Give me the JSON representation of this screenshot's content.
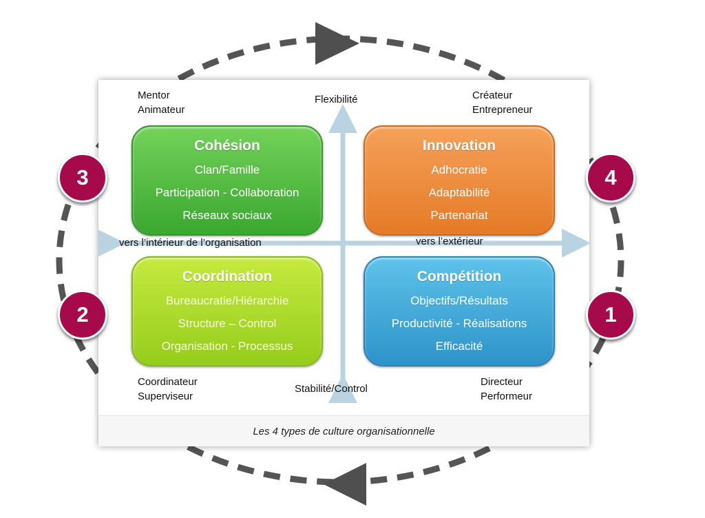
{
  "quadrants": {
    "cohesion": {
      "title": "Cohésion",
      "lines": [
        "Clan/Famille",
        "Participation - Collaboration",
        "Réseaux sociaux"
      ]
    },
    "innovation": {
      "title": "Innovation",
      "lines": [
        "Adhocratie",
        "Adaptabilité",
        "Partenariat"
      ]
    },
    "coordination": {
      "title": "Coordination",
      "lines": [
        "Bureaucratie/Hiérarchie",
        "Structure – Control",
        "Organisation - Processus"
      ]
    },
    "competition": {
      "title": "Compétition",
      "lines": [
        "Objectifs/Résultats",
        "Productivité - Réalisations",
        "Efficacité"
      ]
    }
  },
  "roles": {
    "top_left": [
      "Mentor",
      "Animateur"
    ],
    "top_right": [
      "Créateur",
      "Entrepreneur"
    ],
    "bottom_left": [
      "Coordinateur",
      "Superviseur"
    ],
    "bottom_right": [
      "Directeur",
      "Performeur"
    ]
  },
  "axes": {
    "top": "Flexibilité",
    "bottom": "Stabilité/Control",
    "left": "vers l’intérieur de l’organisation",
    "right": "vers l’extérieur"
  },
  "caption": "Les 4 types de culture organisationnelle",
  "badges": {
    "one": "1",
    "two": "2",
    "three": "3",
    "four": "4"
  },
  "colors": {
    "cohesion": "#4cba3c",
    "innovation": "#ee8c3a",
    "coordination": "#a8d92a",
    "competition": "#3aa6d9",
    "badge": "#a70a4b",
    "cycle": "#555555",
    "axis": "#b9d3e0"
  }
}
